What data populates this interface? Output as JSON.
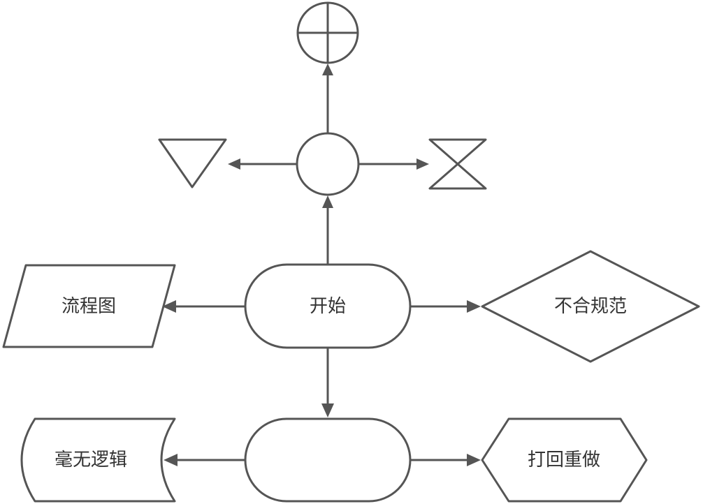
{
  "diagram": {
    "nodes": {
      "start": {
        "label": "开始",
        "shape": "rounded-rectangle"
      },
      "process": {
        "label": "",
        "shape": "rounded-rectangle"
      },
      "data_io": {
        "label": "流程图",
        "shape": "parallelogram"
      },
      "decision": {
        "label": "不合规范",
        "shape": "diamond"
      },
      "stored_data": {
        "label": "毫无逻辑",
        "shape": "stored-data"
      },
      "preparation": {
        "label": "打回重做",
        "shape": "hexagon"
      },
      "connector": {
        "label": "",
        "shape": "circle"
      },
      "summing_junction": {
        "label": "",
        "shape": "circle-cross"
      },
      "merge": {
        "label": "",
        "shape": "inverted-triangle"
      },
      "collate": {
        "label": "",
        "shape": "hourglass"
      }
    },
    "edges": [
      {
        "from": "start",
        "to": "data_io"
      },
      {
        "from": "start",
        "to": "decision"
      },
      {
        "from": "start",
        "to": "connector"
      },
      {
        "from": "start",
        "to": "process"
      },
      {
        "from": "process",
        "to": "stored_data"
      },
      {
        "from": "process",
        "to": "preparation"
      },
      {
        "from": "connector",
        "to": "summing_junction"
      },
      {
        "from": "connector",
        "to": "merge"
      },
      {
        "from": "connector",
        "to": "collate"
      }
    ],
    "colors": {
      "stroke": "#555555",
      "text": "#333333",
      "background": "#ffffff"
    }
  }
}
